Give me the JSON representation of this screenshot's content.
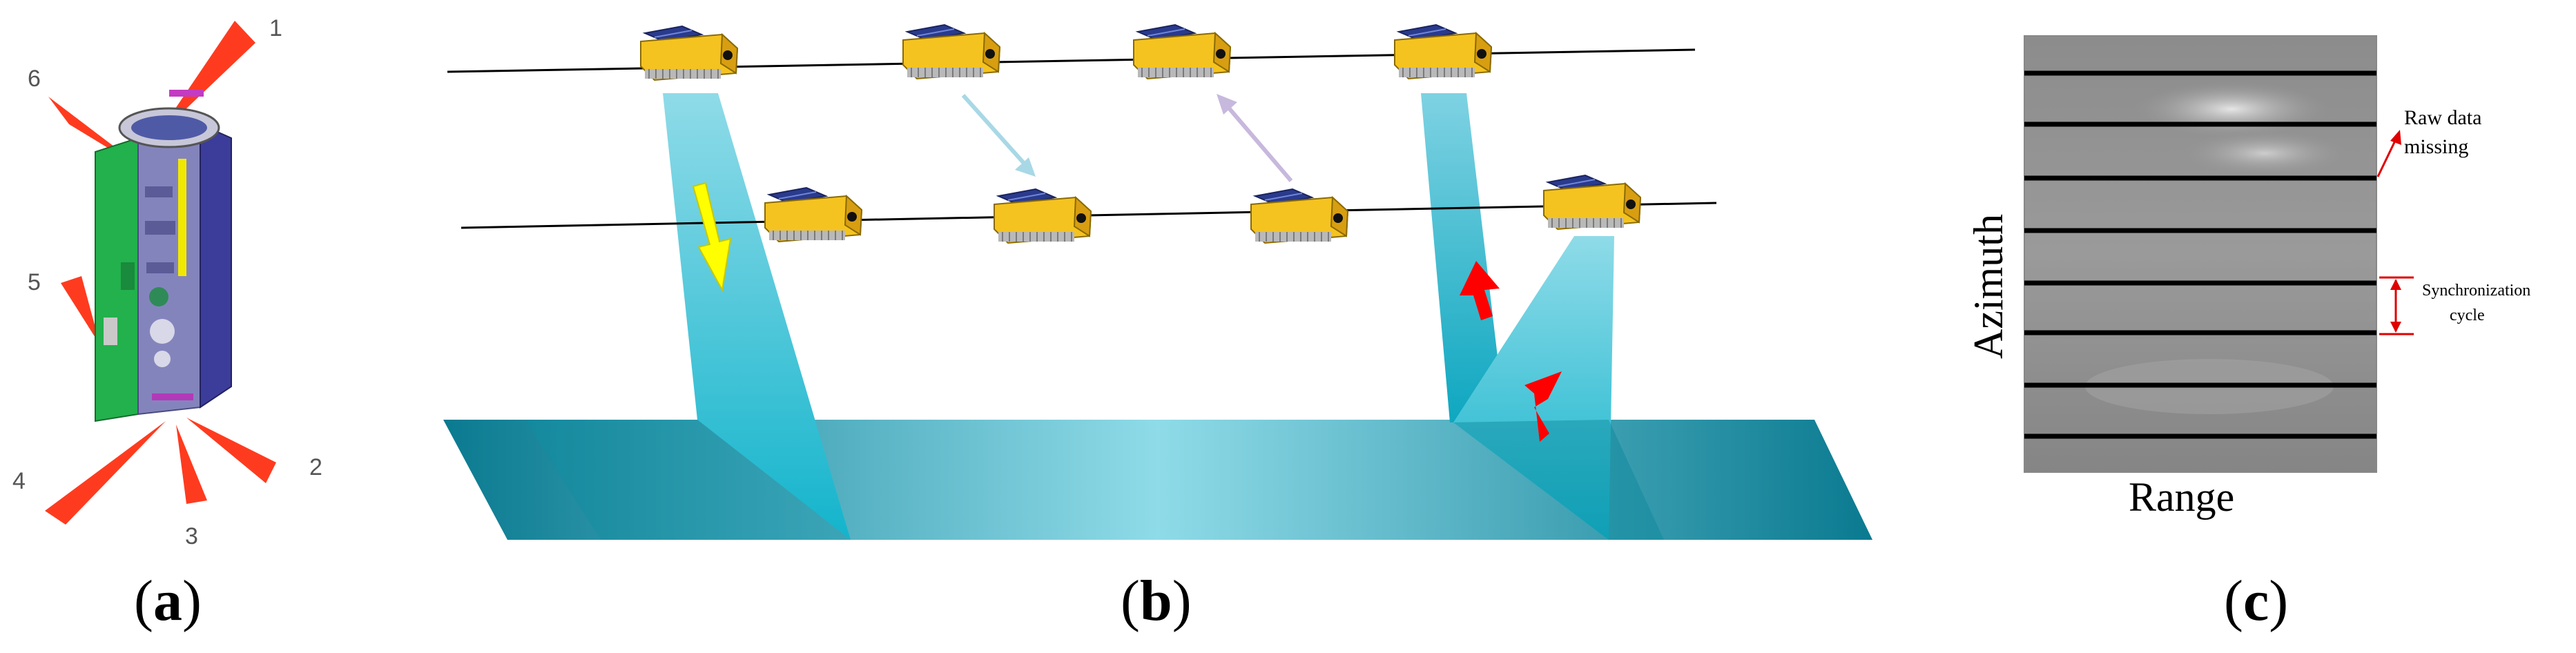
{
  "panel_a": {
    "caption_open": "(",
    "caption_letter": "a",
    "caption_close": ")",
    "antenna_numbers": [
      "1",
      "2",
      "3",
      "4",
      "5",
      "6"
    ]
  },
  "panel_b": {
    "caption_open": "(",
    "caption_letter": "b",
    "caption_close": ")"
  },
  "panel_c": {
    "caption_open": "(",
    "caption_letter": "c",
    "caption_close": ")",
    "axis_y": "Azimuth",
    "axis_x": "Range",
    "annotation_raw_line1": "Raw data",
    "annotation_raw_line2": "missing",
    "annotation_sync_line1": "Synchronization",
    "annotation_sync_line2": "cycle"
  },
  "colors": {
    "beam": "#1fb3cc",
    "ground": "#0a8ea3",
    "satellite_body": "#f5c320",
    "arrow_yellow": "#ffff00",
    "arrow_red": "#ff0000",
    "arrow_light_blue": "#a8d8e6",
    "arrow_lavender": "#c7b8dd",
    "antenna_red": "#ff3b1f"
  }
}
